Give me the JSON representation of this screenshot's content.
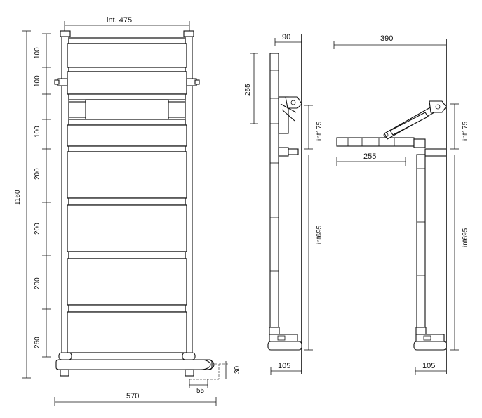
{
  "front_view": {
    "int_width": "int. 475",
    "total_height": "1160",
    "spacing_labels": [
      "100",
      "100",
      "100",
      "200",
      "200",
      "200",
      "260"
    ],
    "overall_width": "570",
    "bottom_offset": "55",
    "bottom_drop": "30"
  },
  "side_view_closed": {
    "depth_top": "90",
    "shelf_height": "255",
    "bracket_height": "int175",
    "lower_height": "int695",
    "depth_bottom": "105"
  },
  "side_view_open": {
    "depth_top": "390",
    "bracket_height": "int175",
    "shelf_length": "255",
    "lower_height": "int695",
    "depth_bottom": "105"
  }
}
